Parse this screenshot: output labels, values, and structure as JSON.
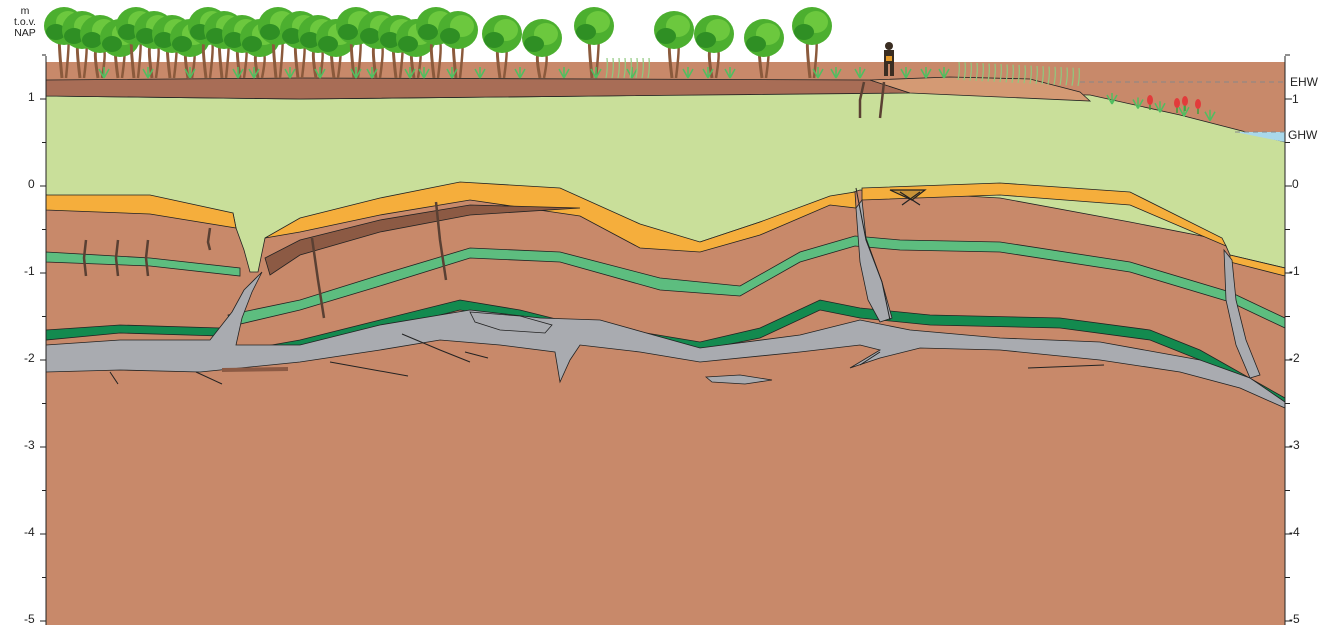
{
  "axis": {
    "unit_lines": [
      "m",
      "t.o.v.",
      "NAP"
    ],
    "left_ticks": [
      "1",
      "0",
      "-1",
      "-2",
      "-3",
      "-4",
      "-5"
    ],
    "right_ticks": [
      "1",
      "0",
      "-1",
      "-2",
      "-3",
      "-4",
      "-5"
    ]
  },
  "water_levels": {
    "ehw": "EHW",
    "ghw": "GHW"
  },
  "colors": {
    "clay_base": "#c8896a",
    "peat_top": "#a86d56",
    "dark_peat": "#8c5a44",
    "green_fill": "#c9df9a",
    "orange_band": "#f5ae3c",
    "light_green_band": "#5dbd7f",
    "dark_green_band": "#138a4f",
    "grey_channel": "#a9abb0",
    "water": "#a9d8ea",
    "tree_canopy": "#4caf2f",
    "tree_trunk": "#8b5a3c"
  }
}
